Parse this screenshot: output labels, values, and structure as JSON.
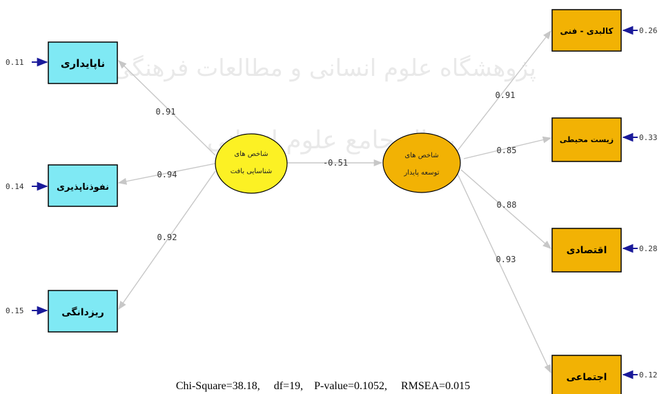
{
  "diagram": {
    "watermark": {
      "line1": "پژوهشگاه علوم انسانی و مطالعات فرهنگی",
      "line2": "پرتال جامع علوم انسانی"
    },
    "latent_left": {
      "line1": "شاخص های",
      "line2": "شناسایی بافت"
    },
    "latent_right": {
      "line1": "شاخص های",
      "line2": "توسعه پایدار"
    },
    "path_coefficient": "-0.51",
    "indicators_left": [
      {
        "label": "ناپایداری",
        "loading": "0.91",
        "error": "0.11"
      },
      {
        "label": "نفوذناپذیری",
        "loading": "0.94",
        "error": "0.14"
      },
      {
        "label": "ریزدانگی",
        "loading": "0.92",
        "error": "0.15"
      }
    ],
    "indicators_right": [
      {
        "label": "کالبدی - فنی",
        "loading": "0.91",
        "error": "0.26"
      },
      {
        "label": "زیست محیطی",
        "loading": "0.85",
        "error": "0.33"
      },
      {
        "label": "اقتصادی",
        "loading": "0.88",
        "error": "0.28"
      },
      {
        "label": "اجتماعی",
        "loading": "0.93",
        "error": "0.12"
      }
    ],
    "fit_stats": "Chi-Square=38.18,     df=19,    P-value=0.1052,     RMSEA=0.015",
    "colors": {
      "left_box": "#7fe9f4",
      "right_box": "#f2b204",
      "left_ellipse": "#fcf124",
      "right_ellipse": "#f2b204",
      "path": "#c7c7c7",
      "error_arrow": "#1a1a9a"
    }
  }
}
